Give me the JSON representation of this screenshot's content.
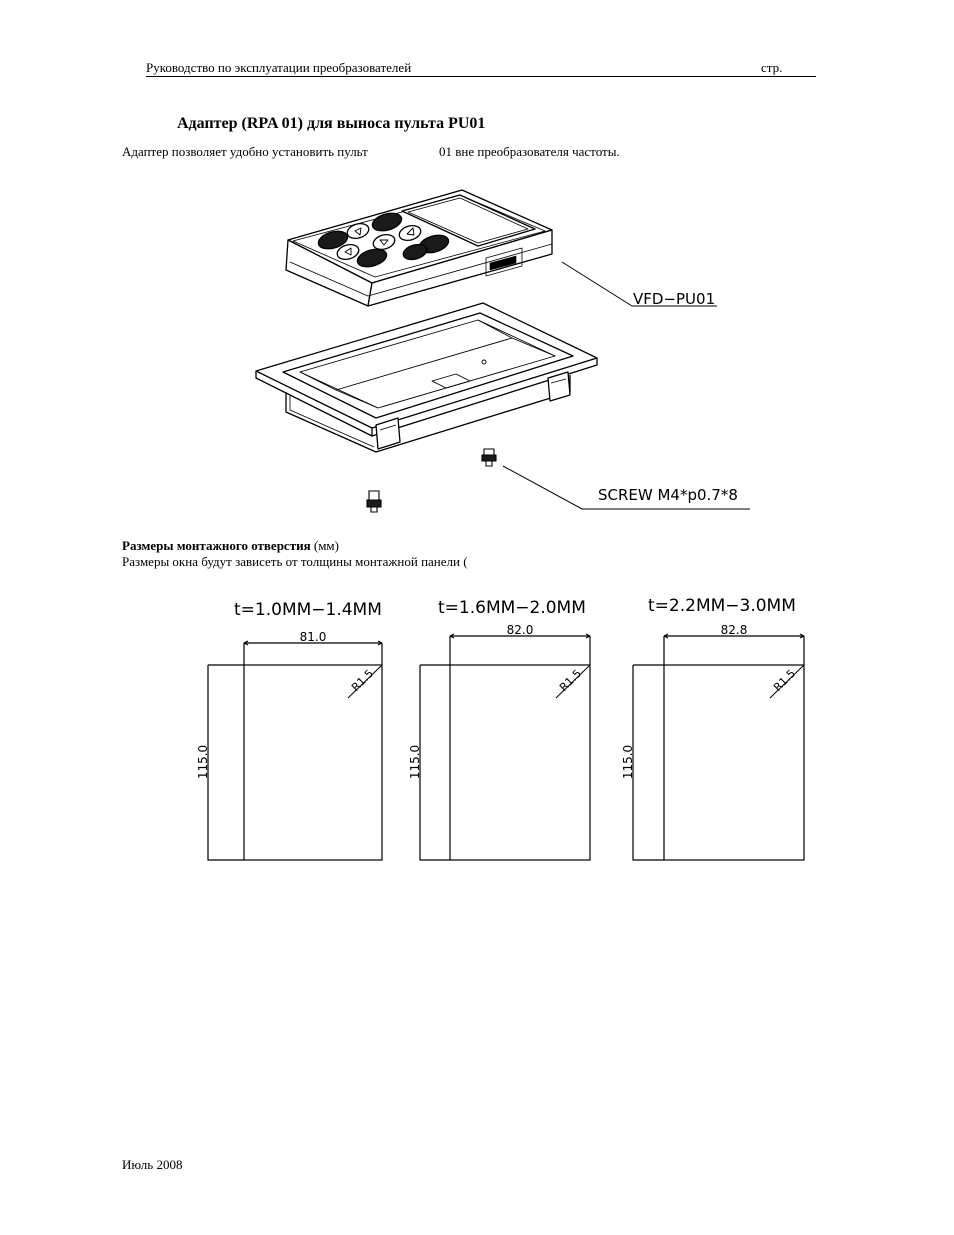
{
  "header": {
    "title": "Руководство по эксплуатации преобразователей",
    "page_label": "стр."
  },
  "heading": "Адаптер (RPA 01) для выноса пульта PU01",
  "intro": {
    "part_a": "Адаптер позволяет удобно установить пульт",
    "part_b": "01 вне преобразователя частоты."
  },
  "figure": {
    "keypad_label": "VFD−PU01",
    "screw_label": "SCREW  M4*p0.7*8"
  },
  "dimensions": {
    "title_bold": "Размеры монтажного отверстия",
    "title_unit": " (мм)",
    "text": "Размеры окна будут зависеть от толщины монтажной панели (",
    "cutouts": [
      {
        "thickness": "t=1.0MM−1.4MM",
        "width": "81.0",
        "height": "115.0",
        "radius": "R1.5"
      },
      {
        "thickness": "t=1.6MM−2.0MM",
        "width": "82.0",
        "height": "115.0",
        "radius": "R1.5"
      },
      {
        "thickness": "t=2.2MM−3.0MM",
        "width": "82.8",
        "height": "115.0",
        "radius": "R1.5"
      }
    ]
  },
  "footer": {
    "date": "Июль 2008"
  }
}
